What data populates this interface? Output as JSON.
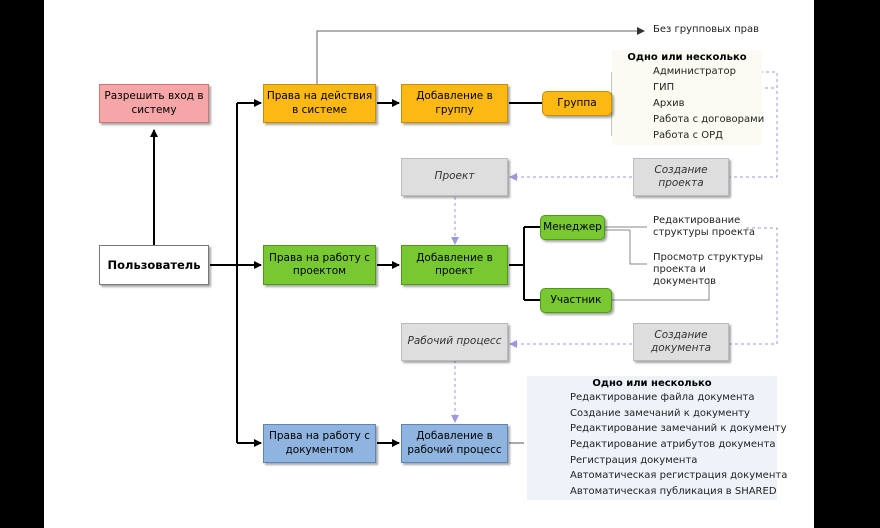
{
  "nodes": {
    "allow_login": "Разрешить вход в систему",
    "user": "Пользователь",
    "system_rights": "Права на действия в системе",
    "add_to_group": "Добавление в группу",
    "group": "Группа",
    "no_group_rights": "Без групповых прав",
    "project": "Проект",
    "create_project": "Создание проекта",
    "project_rights": "Права на работу с проектом",
    "add_to_project": "Добавление в проект",
    "manager": "Менеджер",
    "participant": "Участник",
    "workflow": "Рабочий процесс",
    "create_document": "Создание документа",
    "document_rights": "Права на работу с документом",
    "add_to_workflow": "Добавление в рабочий процесс"
  },
  "groups_panel": {
    "title": "Одно или несколько",
    "items": [
      "Администратор",
      "ГИП",
      "Архив",
      "Работа с договорами",
      "Работа с ОРД"
    ]
  },
  "project_permissions": [
    "Редактирование структуры проекта",
    "Просмотр структуры проекта и документов"
  ],
  "document_panel": {
    "title": "Одно или несколько",
    "items": [
      "Редактирование файла документа",
      "Создание замечаний к документу",
      "Редактирование замечаний к документу",
      "Редактирование атрибутов документа",
      "Регистрация документа",
      "Автоматическая регистрация документа",
      "Автоматическая публикация в SHARED"
    ]
  },
  "colors": {
    "red": "#f6a6a6",
    "orange": "#fdb913",
    "green": "#78c832",
    "blue": "#8fb4e0",
    "grey": "#dedede",
    "dashed": "#9a9ae0"
  }
}
